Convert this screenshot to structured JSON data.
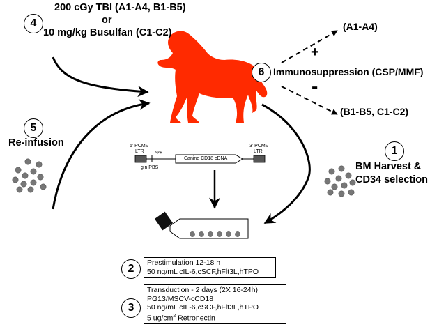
{
  "step4": {
    "number": "4",
    "line1": "200 cGy  TBI (A1-A4, B1-B5)",
    "line2": "or",
    "line3": "10 mg/kg Busulfan (C1-C2)"
  },
  "step5": {
    "number": "5",
    "label": "Re-infusion"
  },
  "step6": {
    "number": "6",
    "label": "Immunosuppression (CSP/MMF)",
    "plus": "+",
    "minus": "-",
    "group_plus": "(A1-A4)",
    "group_minus": "(B1-B5, C1-C2)"
  },
  "step1": {
    "number": "1",
    "line1": "BM Harvest &",
    "line2": "CD34 selection"
  },
  "vector": {
    "ltr5_line1": "5' PCMV",
    "ltr5_line2": "LTR",
    "psi": "Ψ+",
    "cdna": "Canine CD18 cDNA",
    "ltr3_line1": "3' PCMV",
    "ltr3_line2": "LTR",
    "pbs": "gln PBS"
  },
  "step2": {
    "number": "2",
    "lines": [
      "Prestimulation 12-18 h",
      "50 ng/mL cIL-6,cSCF,hFlt3L,hTPO"
    ]
  },
  "step3": {
    "number": "3",
    "line1": "Transduction - 2 days (2X 16-24h)",
    "line2": "PG13/MSCV-cCD18",
    "line3": "50 ng/mL cIL-6,cSCF,hFlt3L,hTPO",
    "line4_pre": "5 ug/cm",
    "line4_sup": "2",
    "line4_post": " Retronectin"
  },
  "colors": {
    "dog": "#ff2a00",
    "cell": "#777777",
    "line": "#000000"
  }
}
